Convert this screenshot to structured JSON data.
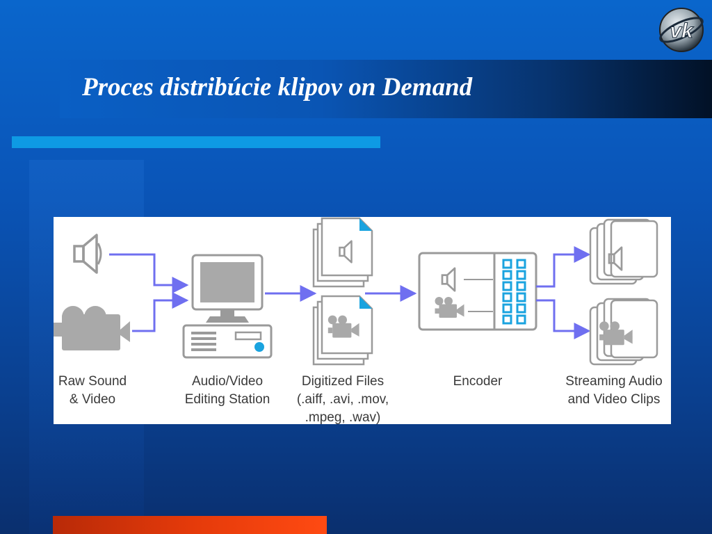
{
  "slide": {
    "title": "Proces distribúcie klipov on Demand",
    "logo_text": "vk"
  },
  "diagram": {
    "nodes": [
      {
        "id": "raw",
        "label_lines": [
          "Raw Sound",
          "& Video"
        ]
      },
      {
        "id": "station",
        "label_lines": [
          "Audio/Video",
          "Editing Station"
        ]
      },
      {
        "id": "files",
        "label_lines": [
          "Digitized Files",
          "(.aiff, .avi, .mov,",
          ".mpeg, .wav)"
        ]
      },
      {
        "id": "encoder",
        "label_lines": [
          "Encoder"
        ]
      },
      {
        "id": "clips",
        "label_lines": [
          "Streaming Audio",
          "and Video Clips"
        ]
      }
    ]
  },
  "colors": {
    "arrow": "#6f6ff0",
    "accent_cyan": "#0e9ae4",
    "accent_orange": "#e43a0a",
    "icon_gray": "#a9a9a9",
    "encoder_cell": "#1aa3df"
  }
}
